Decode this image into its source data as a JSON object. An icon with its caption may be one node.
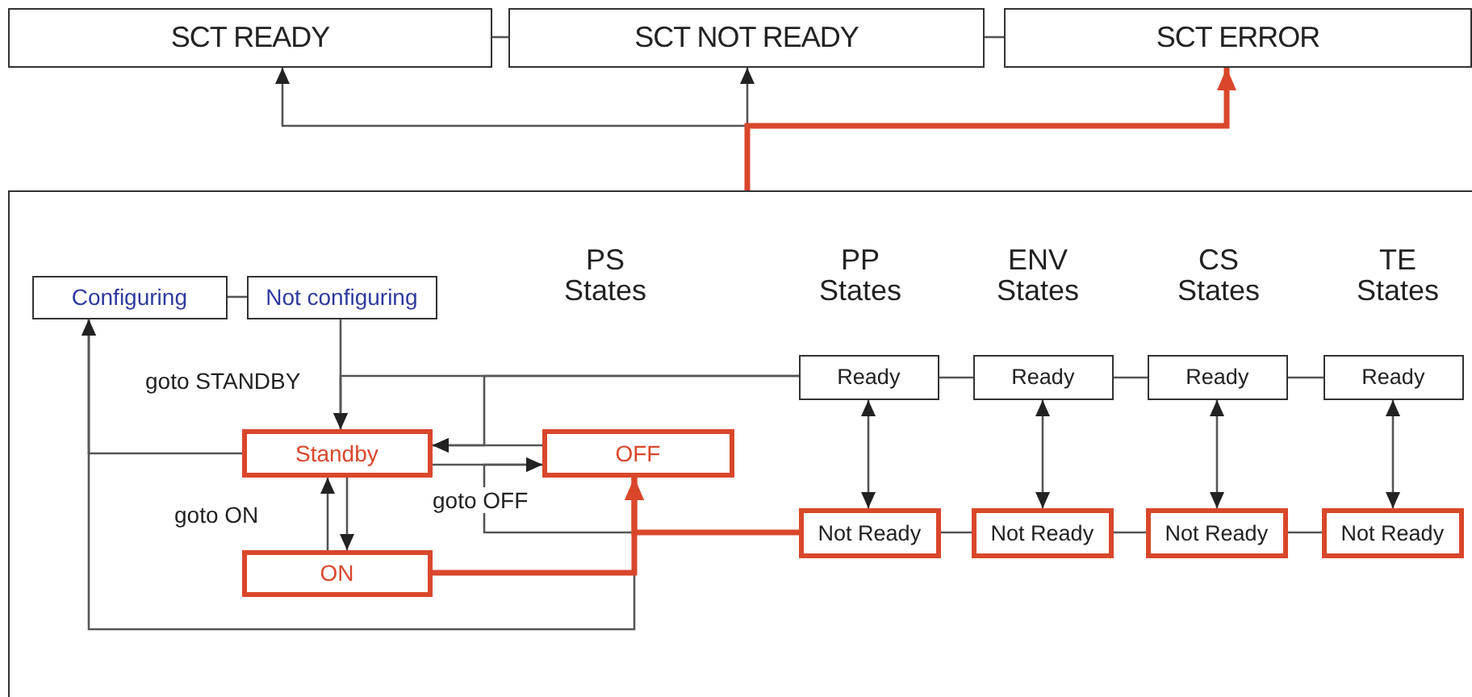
{
  "diagram": {
    "nodes": [
      {
        "text": [
          "SCT READY"
        ]
      },
      {
        "text": [
          "SCT NOT READY"
        ]
      },
      {
        "text": [
          "SCT ERROR"
        ]
      },
      {
        "text": [],
        "shape": "box"
      },
      {
        "text": [
          "Configuring"
        ],
        "in": 3
      },
      {
        "text": [
          "Not configuring"
        ],
        "in": 3
      },
      {
        "text": [
          "Standby"
        ],
        "in": 3
      },
      {
        "text": [
          "OFF"
        ],
        "in": 3
      },
      {
        "text": [
          "ON"
        ],
        "in": 3
      },
      {
        "text": [
          "Ready"
        ],
        "in": 3
      },
      {
        "text": [
          "Ready"
        ],
        "in": 3
      },
      {
        "text": [
          "Ready"
        ],
        "in": 3
      },
      {
        "text": [
          "Ready"
        ],
        "in": 3
      },
      {
        "text": [
          "Not Ready"
        ],
        "in": 3
      },
      {
        "text": [
          "Not Ready"
        ],
        "in": 3
      },
      {
        "text": [
          "Not Ready"
        ],
        "in": 3
      },
      {
        "text": [
          "Not Ready"
        ],
        "in": 3
      }
    ],
    "edges": [
      {
        "from": 0,
        "to": 1,
        "arrow": "none"
      },
      {
        "from": 1,
        "to": 2,
        "arrow": "none"
      },
      {
        "from": 3,
        "to": 0,
        "arrow": "to"
      },
      {
        "from": 3,
        "to": 1,
        "arrow": "to"
      },
      {
        "from": 3,
        "to": 2,
        "arrow": "to",
        "style": "thick",
        "color": "#d9472b"
      },
      {
        "from": 4,
        "to": 5,
        "arrow": "none"
      },
      {
        "from": 5,
        "to": 6,
        "arrow": "to"
      },
      {
        "from": 9,
        "to": 6,
        "arrow": "to"
      },
      {
        "from": 9,
        "to": 6,
        "arrow": "to"
      },
      {
        "from": 7,
        "to": 6,
        "arrow": "to"
      },
      {
        "from": 6,
        "to": 7,
        "arrow": "to"
      },
      {
        "from": 6,
        "to": 8,
        "arrow": "to"
      },
      {
        "from": 8,
        "to": 6,
        "arrow": "to"
      },
      {
        "from": 6,
        "to": 4,
        "arrow": "to"
      },
      {
        "from": 8,
        "to": 4,
        "arrow": "to"
      },
      {
        "from": 13,
        "to": 7,
        "arrow": "to"
      },
      {
        "from": 13,
        "to": 7,
        "arrow": "to",
        "style": "thick",
        "color": "#d9472b"
      },
      {
        "from": 8,
        "to": 7,
        "arrow": "to",
        "style": "thick",
        "color": "#d9472b"
      },
      {
        "from": 9,
        "to": 10,
        "arrow": "none"
      },
      {
        "from": 10,
        "to": 11,
        "arrow": "none"
      },
      {
        "from": 11,
        "to": 12,
        "arrow": "none"
      },
      {
        "from": 13,
        "to": 14,
        "arrow": "none"
      },
      {
        "from": 14,
        "to": 15,
        "arrow": "none"
      },
      {
        "from": 15,
        "to": 16,
        "arrow": "none"
      },
      {
        "from": 9,
        "to": 13,
        "arrow": "both"
      },
      {
        "from": 10,
        "to": 14,
        "arrow": "both"
      },
      {
        "from": 11,
        "to": 15,
        "arrow": "both"
      },
      {
        "from": 12,
        "to": 16,
        "arrow": "both"
      }
    ],
    "labels": [
      "PS States",
      "PP States",
      "ENV States",
      "CS States",
      "TE States",
      "goto STANDBY",
      "goto ON",
      "goto OFF"
    ]
  }
}
